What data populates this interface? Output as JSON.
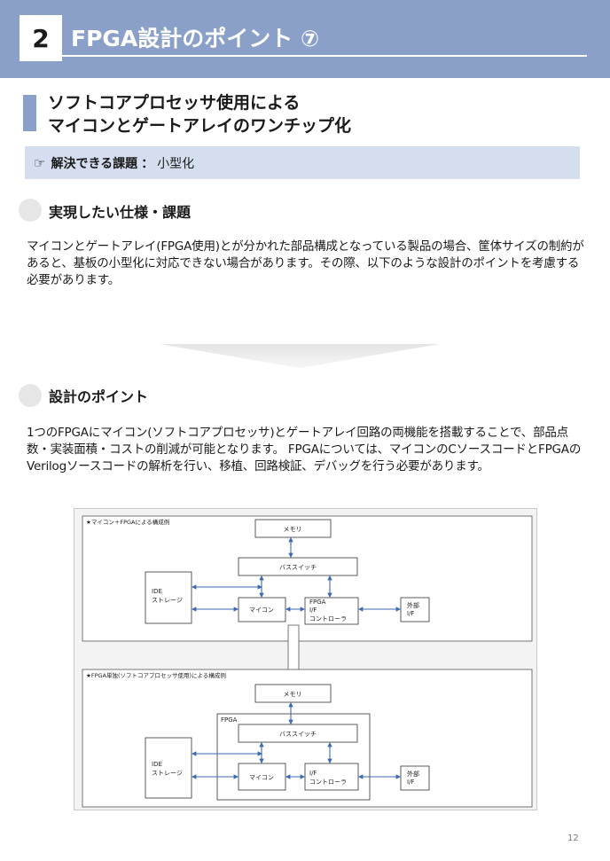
{
  "header": {
    "number": "2",
    "title": "FPGA設計のポイント ⑦"
  },
  "section": {
    "title_line1": "ソフトコアプロセッサ使用による",
    "title_line2": "マイコンとゲートアレイのワンチップ化"
  },
  "issue": {
    "icon": "☞",
    "label": "解決できる課題",
    "separator": "：",
    "value": "小型化"
  },
  "spec": {
    "heading": "実現したい仕様・課題",
    "body": "マイコンとゲートアレイ(FPGA使用)とが分かれた部品構成となっている製品の場合、筐体サイズの制約があると、基板の小型化に対応できない場合があります。その際、以下のような設計のポイントを考慮する必要があります。"
  },
  "points": {
    "heading": "設計のポイント",
    "body": "1つのFPGAにマイコン(ソフトコアプロセッサ)とゲートアレイ回路の両機能を搭載することで、部品点数・実装面積・コストの削減が可能となります。 FPGAについては、マイコンのCソースコードとFPGAのVerilogソースコードの解析を行い、移植、回路検証、デバッグを行う必要があります。"
  },
  "diagram": {
    "top_caption": "★マイコン＋FPGAによる構成例",
    "bottom_caption": "★FPGA単独(ソフトコアプロセッサ使用)による構成例",
    "memory": "メモリ",
    "bus_switch": "バススイッチ",
    "ide_line1": "IDE",
    "ide_line2": "ストレージ",
    "mcu": "マイコン",
    "fpga_if_line1": "FPGA",
    "fpga_if_line2": "I/F",
    "fpga_if_line3": "コントローラ",
    "if_line1": "I/F",
    "if_line2": "コントローラ",
    "ext_line1": "外部",
    "ext_line2": "I/F",
    "fpga_label": "FPGA"
  },
  "footer": {
    "page": "12"
  },
  "colors": {
    "header": "#8aa0c8",
    "issue_bg": "#d5deef",
    "arrow": "#3d6ab0"
  }
}
